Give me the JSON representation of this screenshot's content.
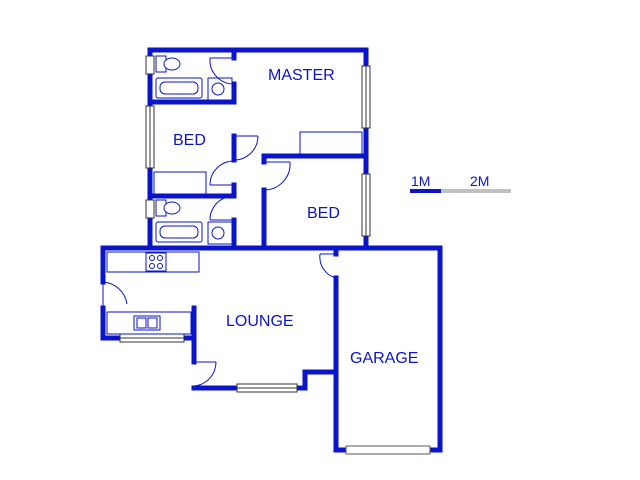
{
  "rooms": {
    "master": "MASTER",
    "bed1": "BED",
    "bed2": "BED",
    "lounge": "LOUNGE",
    "garage": "GARAGE"
  },
  "scale": {
    "one": "1M",
    "two": "2M"
  },
  "colors": {
    "wall": "#0a14c8",
    "scale_gray": "#c0c0c0"
  }
}
